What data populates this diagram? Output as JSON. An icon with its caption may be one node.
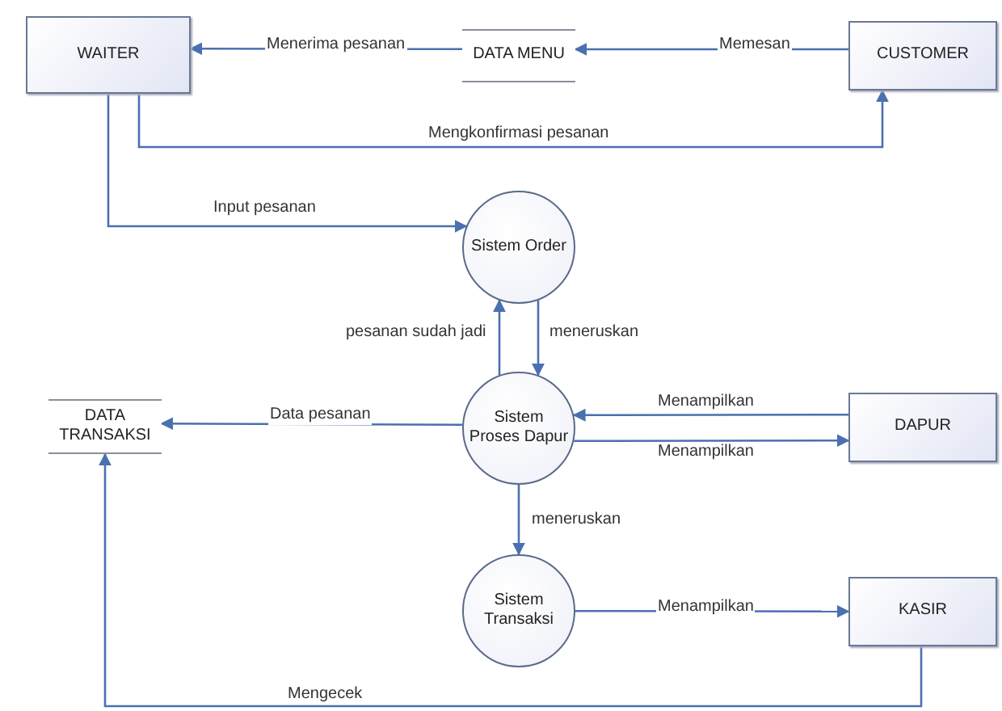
{
  "diagram": {
    "nodes": [
      {
        "text": [
          "WAITER"
        ]
      },
      {
        "text": [
          "DATA MENU"
        ]
      },
      {
        "text": [
          "CUSTOMER"
        ]
      },
      {
        "text": [
          "Sistem Order"
        ]
      },
      {
        "text": [
          "DATA TRANSAKSI"
        ]
      },
      {
        "text": [
          "Sistem Proses Dapur"
        ]
      },
      {
        "text": [
          "DAPUR"
        ]
      },
      {
        "text": [
          "Sistem Transaksi"
        ]
      },
      {
        "text": [
          "KASIR"
        ]
      }
    ],
    "edges": [
      {
        "from": 2,
        "to": 1,
        "arrow": "to",
        "label": "Memesan"
      },
      {
        "from": 1,
        "to": 0,
        "arrow": "to",
        "label": "Menerima pesanan"
      },
      {
        "from": 0,
        "to": 2,
        "arrow": "to",
        "label": "Mengkonfirmasi pesanan"
      },
      {
        "from": 0,
        "to": 3,
        "arrow": "to",
        "label": "Input pesanan"
      },
      {
        "from": 5,
        "to": 3,
        "arrow": "to",
        "label": "pesanan sudah jadi"
      },
      {
        "from": 3,
        "to": 5,
        "arrow": "to",
        "label": "meneruskan"
      },
      {
        "from": 5,
        "to": 4,
        "arrow": "to",
        "label": "Data pesanan"
      },
      {
        "from": 6,
        "to": 5,
        "arrow": "to",
        "label": "Menampilkan"
      },
      {
        "from": 5,
        "to": 6,
        "arrow": "to",
        "label": "Menampilkan"
      },
      {
        "from": 5,
        "to": 7,
        "arrow": "to",
        "label": "meneruskan"
      },
      {
        "from": 7,
        "to": 8,
        "arrow": "to",
        "label": "Menampilkan"
      },
      {
        "from": 8,
        "to": 4,
        "arrow": "to",
        "label": "Mengecek"
      }
    ]
  }
}
